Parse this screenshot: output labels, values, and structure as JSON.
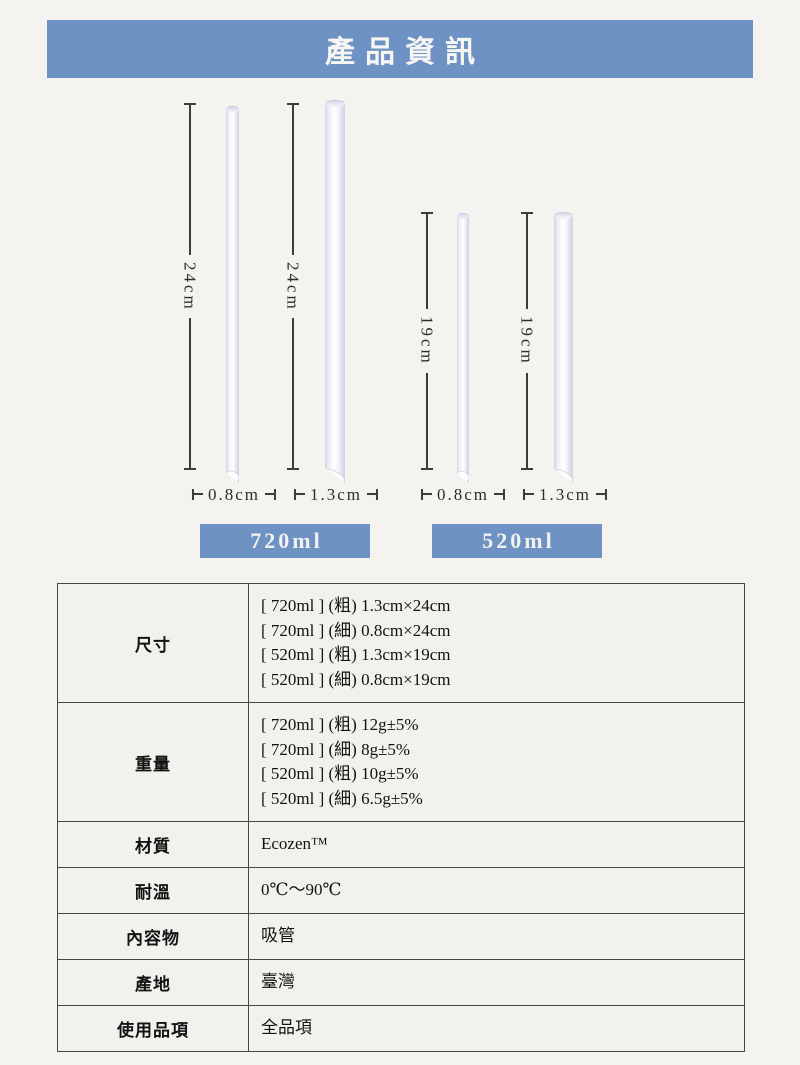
{
  "header": {
    "title": "產品資訊",
    "accent_color": "#6e92c3"
  },
  "diagram": {
    "straws": [
      {
        "volume": "720ml",
        "height_label": "24cm",
        "width_label": "0.8cm",
        "style": "thin"
      },
      {
        "volume": "720ml",
        "height_label": "24cm",
        "width_label": "1.3cm",
        "style": "thick"
      },
      {
        "volume": "520ml",
        "height_label": "19cm",
        "width_label": "0.8cm",
        "style": "thin"
      },
      {
        "volume": "520ml",
        "height_label": "19cm",
        "width_label": "1.3cm",
        "style": "thick"
      }
    ],
    "badges": {
      "left": "720ml",
      "right": "520ml"
    }
  },
  "table": {
    "rows": [
      {
        "label": "尺寸",
        "value": "[ 720ml ] (粗) 1.3cm×24cm\n[ 720ml ] (細) 0.8cm×24cm\n[ 520ml ] (粗) 1.3cm×19cm\n[ 520ml ] (細) 0.8cm×19cm"
      },
      {
        "label": "重量",
        "value": "[ 720ml ] (粗) 12g±5%\n[ 720ml ] (細) 8g±5%\n[ 520ml ] (粗) 10g±5%\n[ 520ml ] (細) 6.5g±5%"
      },
      {
        "label": "材質",
        "value": "Ecozen™"
      },
      {
        "label": "耐溫",
        "value": " 0℃～90℃"
      },
      {
        "label": "內容物",
        "value": "吸管"
      },
      {
        "label": "產地",
        "value": "臺灣"
      },
      {
        "label": "使用品項",
        "value": "全品項"
      }
    ]
  }
}
